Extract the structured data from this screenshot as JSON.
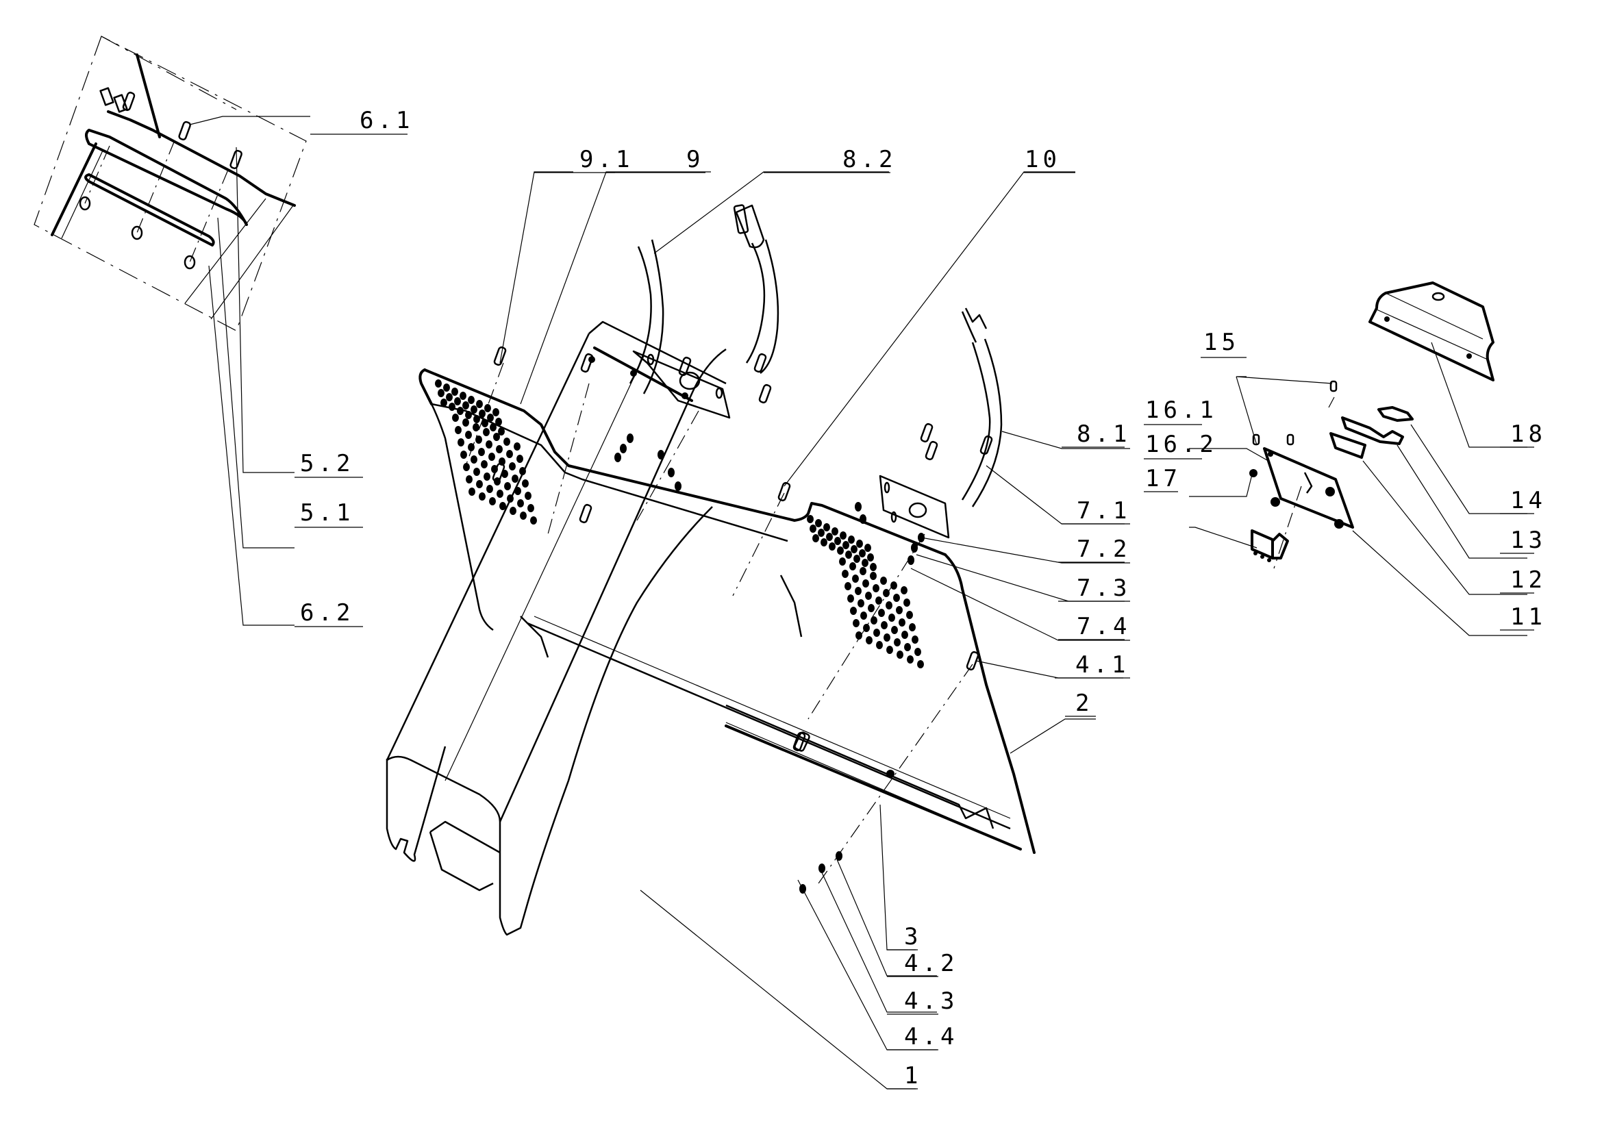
{
  "drawing": {
    "type": "exploded-assembly",
    "colors": {
      "line": "#000000",
      "background": "#ffffff"
    },
    "labels": [
      {
        "id": "6.1",
        "text": "6.1"
      },
      {
        "id": "5.2",
        "text": "5.2"
      },
      {
        "id": "5.1",
        "text": "5.1"
      },
      {
        "id": "6.2",
        "text": "6.2"
      },
      {
        "id": "9.1",
        "text": "9.1"
      },
      {
        "id": "9",
        "text": "9"
      },
      {
        "id": "8.2",
        "text": "8.2"
      },
      {
        "id": "10",
        "text": "10"
      },
      {
        "id": "8.1",
        "text": "8.1"
      },
      {
        "id": "7.1",
        "text": "7.1"
      },
      {
        "id": "7.2",
        "text": "7.2"
      },
      {
        "id": "7.3",
        "text": "7.3"
      },
      {
        "id": "7.4",
        "text": "7.4"
      },
      {
        "id": "4.1",
        "text": "4.1"
      },
      {
        "id": "2",
        "text": "2"
      },
      {
        "id": "3",
        "text": "3"
      },
      {
        "id": "4.2",
        "text": "4.2"
      },
      {
        "id": "4.3",
        "text": "4.3"
      },
      {
        "id": "4.4",
        "text": "4.4"
      },
      {
        "id": "1",
        "text": "1"
      },
      {
        "id": "15",
        "text": "15"
      },
      {
        "id": "16.1",
        "text": "16.1"
      },
      {
        "id": "16.2",
        "text": "16.2"
      },
      {
        "id": "17",
        "text": "17"
      },
      {
        "id": "18",
        "text": "18"
      },
      {
        "id": "14",
        "text": "14"
      },
      {
        "id": "13",
        "text": "13"
      },
      {
        "id": "12",
        "text": "12"
      },
      {
        "id": "11",
        "text": "11"
      }
    ]
  }
}
